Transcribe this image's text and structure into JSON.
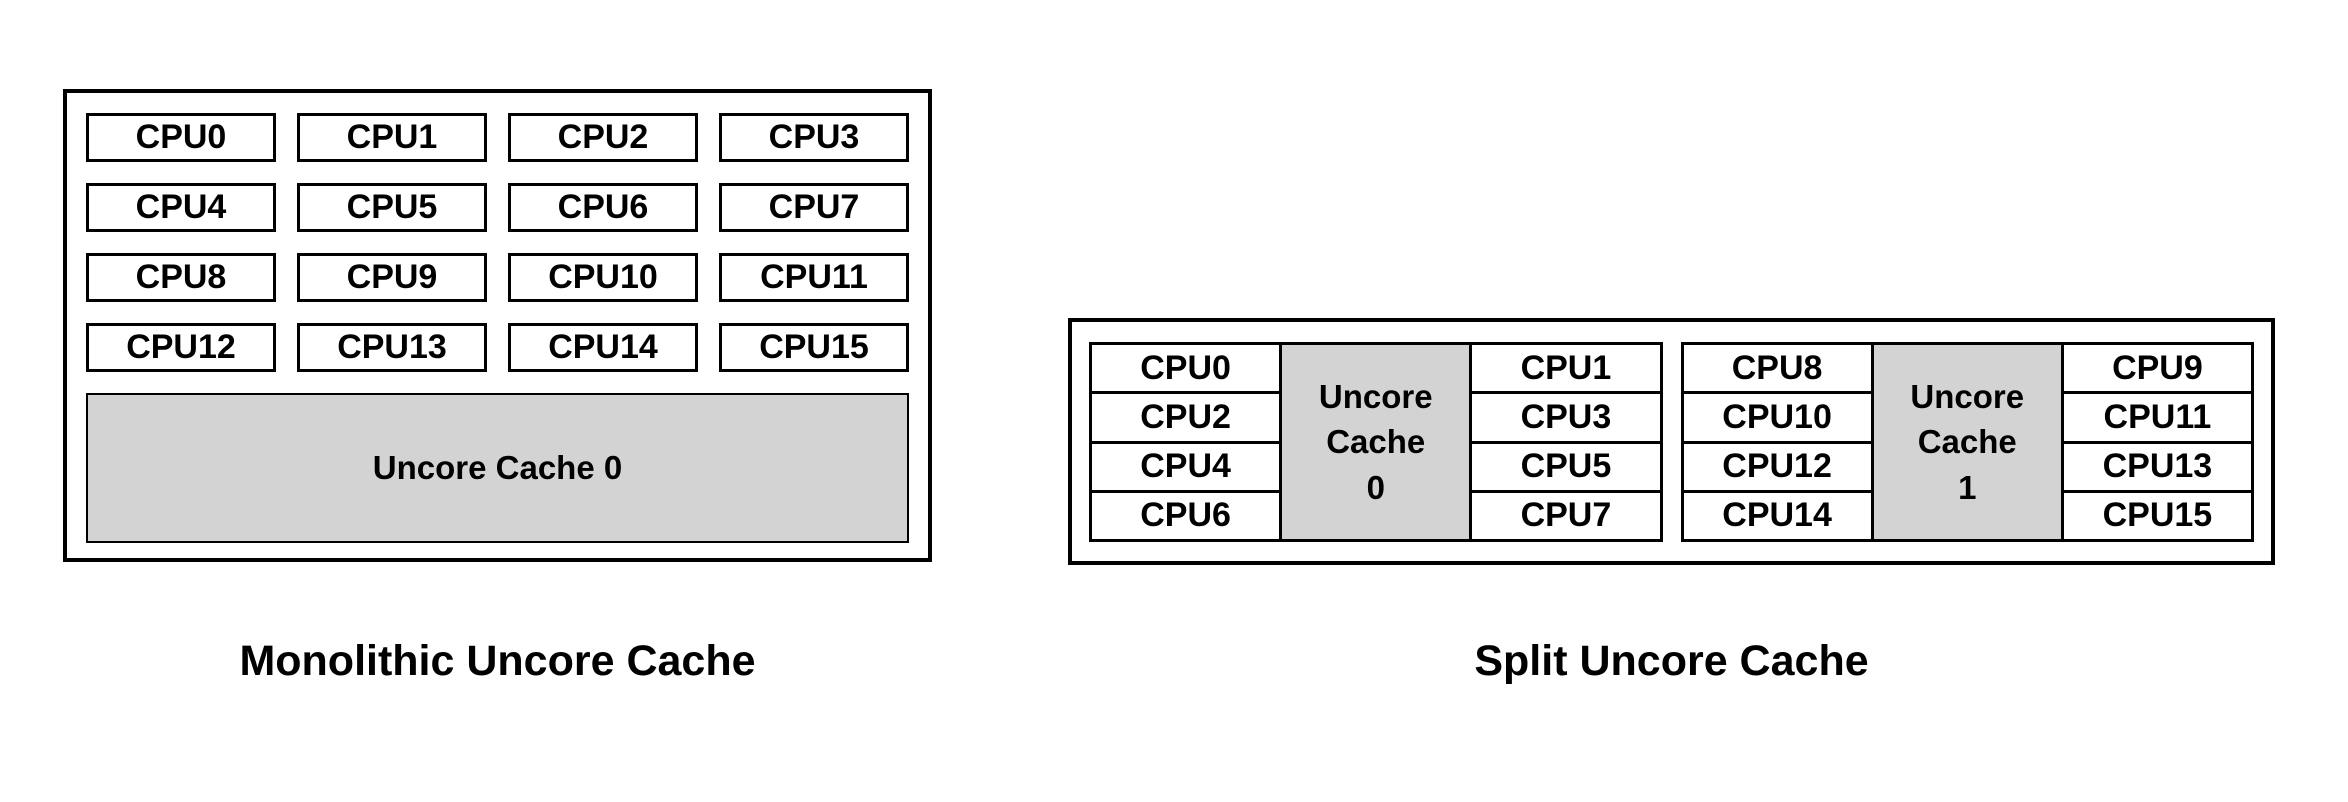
{
  "monolithic": {
    "caption": "Monolithic Uncore Cache",
    "cache_label": "Uncore Cache 0",
    "cpus": [
      "CPU0",
      "CPU1",
      "CPU2",
      "CPU3",
      "CPU4",
      "CPU5",
      "CPU6",
      "CPU7",
      "CPU8",
      "CPU9",
      "CPU10",
      "CPU11",
      "CPU12",
      "CPU13",
      "CPU14",
      "CPU15"
    ]
  },
  "split": {
    "caption": "Split Uncore Cache",
    "clusters": [
      {
        "left": [
          "CPU0",
          "CPU2",
          "CPU4",
          "CPU6"
        ],
        "cache": [
          "Uncore",
          "Cache",
          "0"
        ],
        "right": [
          "CPU1",
          "CPU3",
          "CPU5",
          "CPU7"
        ]
      },
      {
        "left": [
          "CPU8",
          "CPU10",
          "CPU12",
          "CPU14"
        ],
        "cache": [
          "Uncore",
          "Cache",
          "1"
        ],
        "right": [
          "CPU9",
          "CPU11",
          "CPU13",
          "CPU15"
        ]
      }
    ]
  },
  "colors": {
    "cache_fill": "#d3d3d3",
    "border": "#000000",
    "background": "#ffffff"
  }
}
